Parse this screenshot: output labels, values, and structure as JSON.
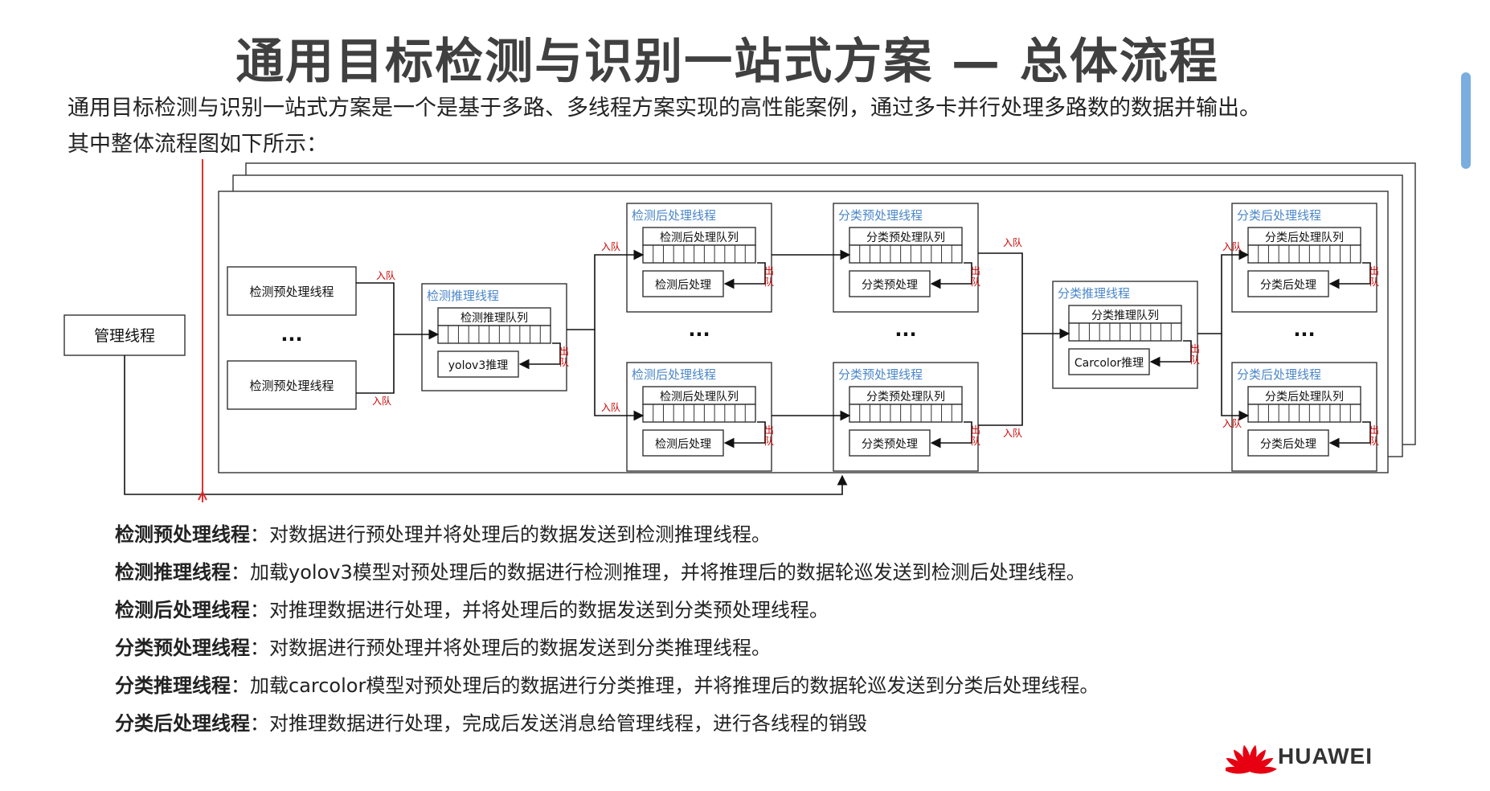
{
  "title": "通用目标检测与识别一站式方案 — 总体流程",
  "intro": {
    "line1": "通用目标检测与识别一站式方案是一个是基于多路、多线程方案实现的高性能案例，通过多卡并行处理多路数的数据并输出。",
    "line2": "其中整体流程图如下所示："
  },
  "diagram": {
    "manager": "管理线程",
    "det_pre": "检测预处理线程",
    "ellipsis": "···",
    "det_infer_title": "检测推理线程",
    "det_infer_queue": "检测推理队列",
    "det_infer_model": "yolov3推理",
    "det_post_title": "检测后处理线程",
    "det_post_queue": "检测后处理队列",
    "det_post_proc": "检测后处理",
    "cls_pre_title": "分类预处理线程",
    "cls_pre_queue": "分类预处理队列",
    "cls_pre_proc": "分类预处理",
    "cls_infer_title": "分类推理线程",
    "cls_infer_queue": "分类推理队列",
    "cls_infer_model": "Carcolor推理",
    "cls_post_title": "分类后处理线程",
    "cls_post_queue": "分类后处理队列",
    "cls_post_proc": "分类后处理",
    "enqueue": "入队",
    "dequeue_1": "出",
    "dequeue_2": "队"
  },
  "descriptions": [
    {
      "term": "检测预处理线程",
      "text": "：对数据进行预处理并将处理后的数据发送到检测推理线程。"
    },
    {
      "term": "检测推理线程",
      "text": "：加载yolov3模型对预处理后的数据进行检测推理，并将推理后的数据轮巡发送到检测后处理线程。"
    },
    {
      "term": "检测后处理线程",
      "text": "：对推理数据进行处理，并将处理后的数据发送到分类预处理线程。"
    },
    {
      "term": "分类预处理线程",
      "text": "：对数据进行预处理并将处理后的数据发送到分类推理线程。"
    },
    {
      "term": "分类推理线程",
      "text": "：加载carcolor模型对预处理后的数据进行分类推理，并将推理后的数据轮巡发送到分类后处理线程。"
    },
    {
      "term": "分类后处理线程",
      "text": "：对推理数据进行处理，完成后发送消息给管理线程，进行各线程的销毁"
    }
  ],
  "logo": {
    "text": "HUAWEI",
    "color": "#e60012"
  },
  "colors": {
    "thread_title": "#4a86c8",
    "queue_label": "#d00000",
    "timeline": "#e03030"
  }
}
